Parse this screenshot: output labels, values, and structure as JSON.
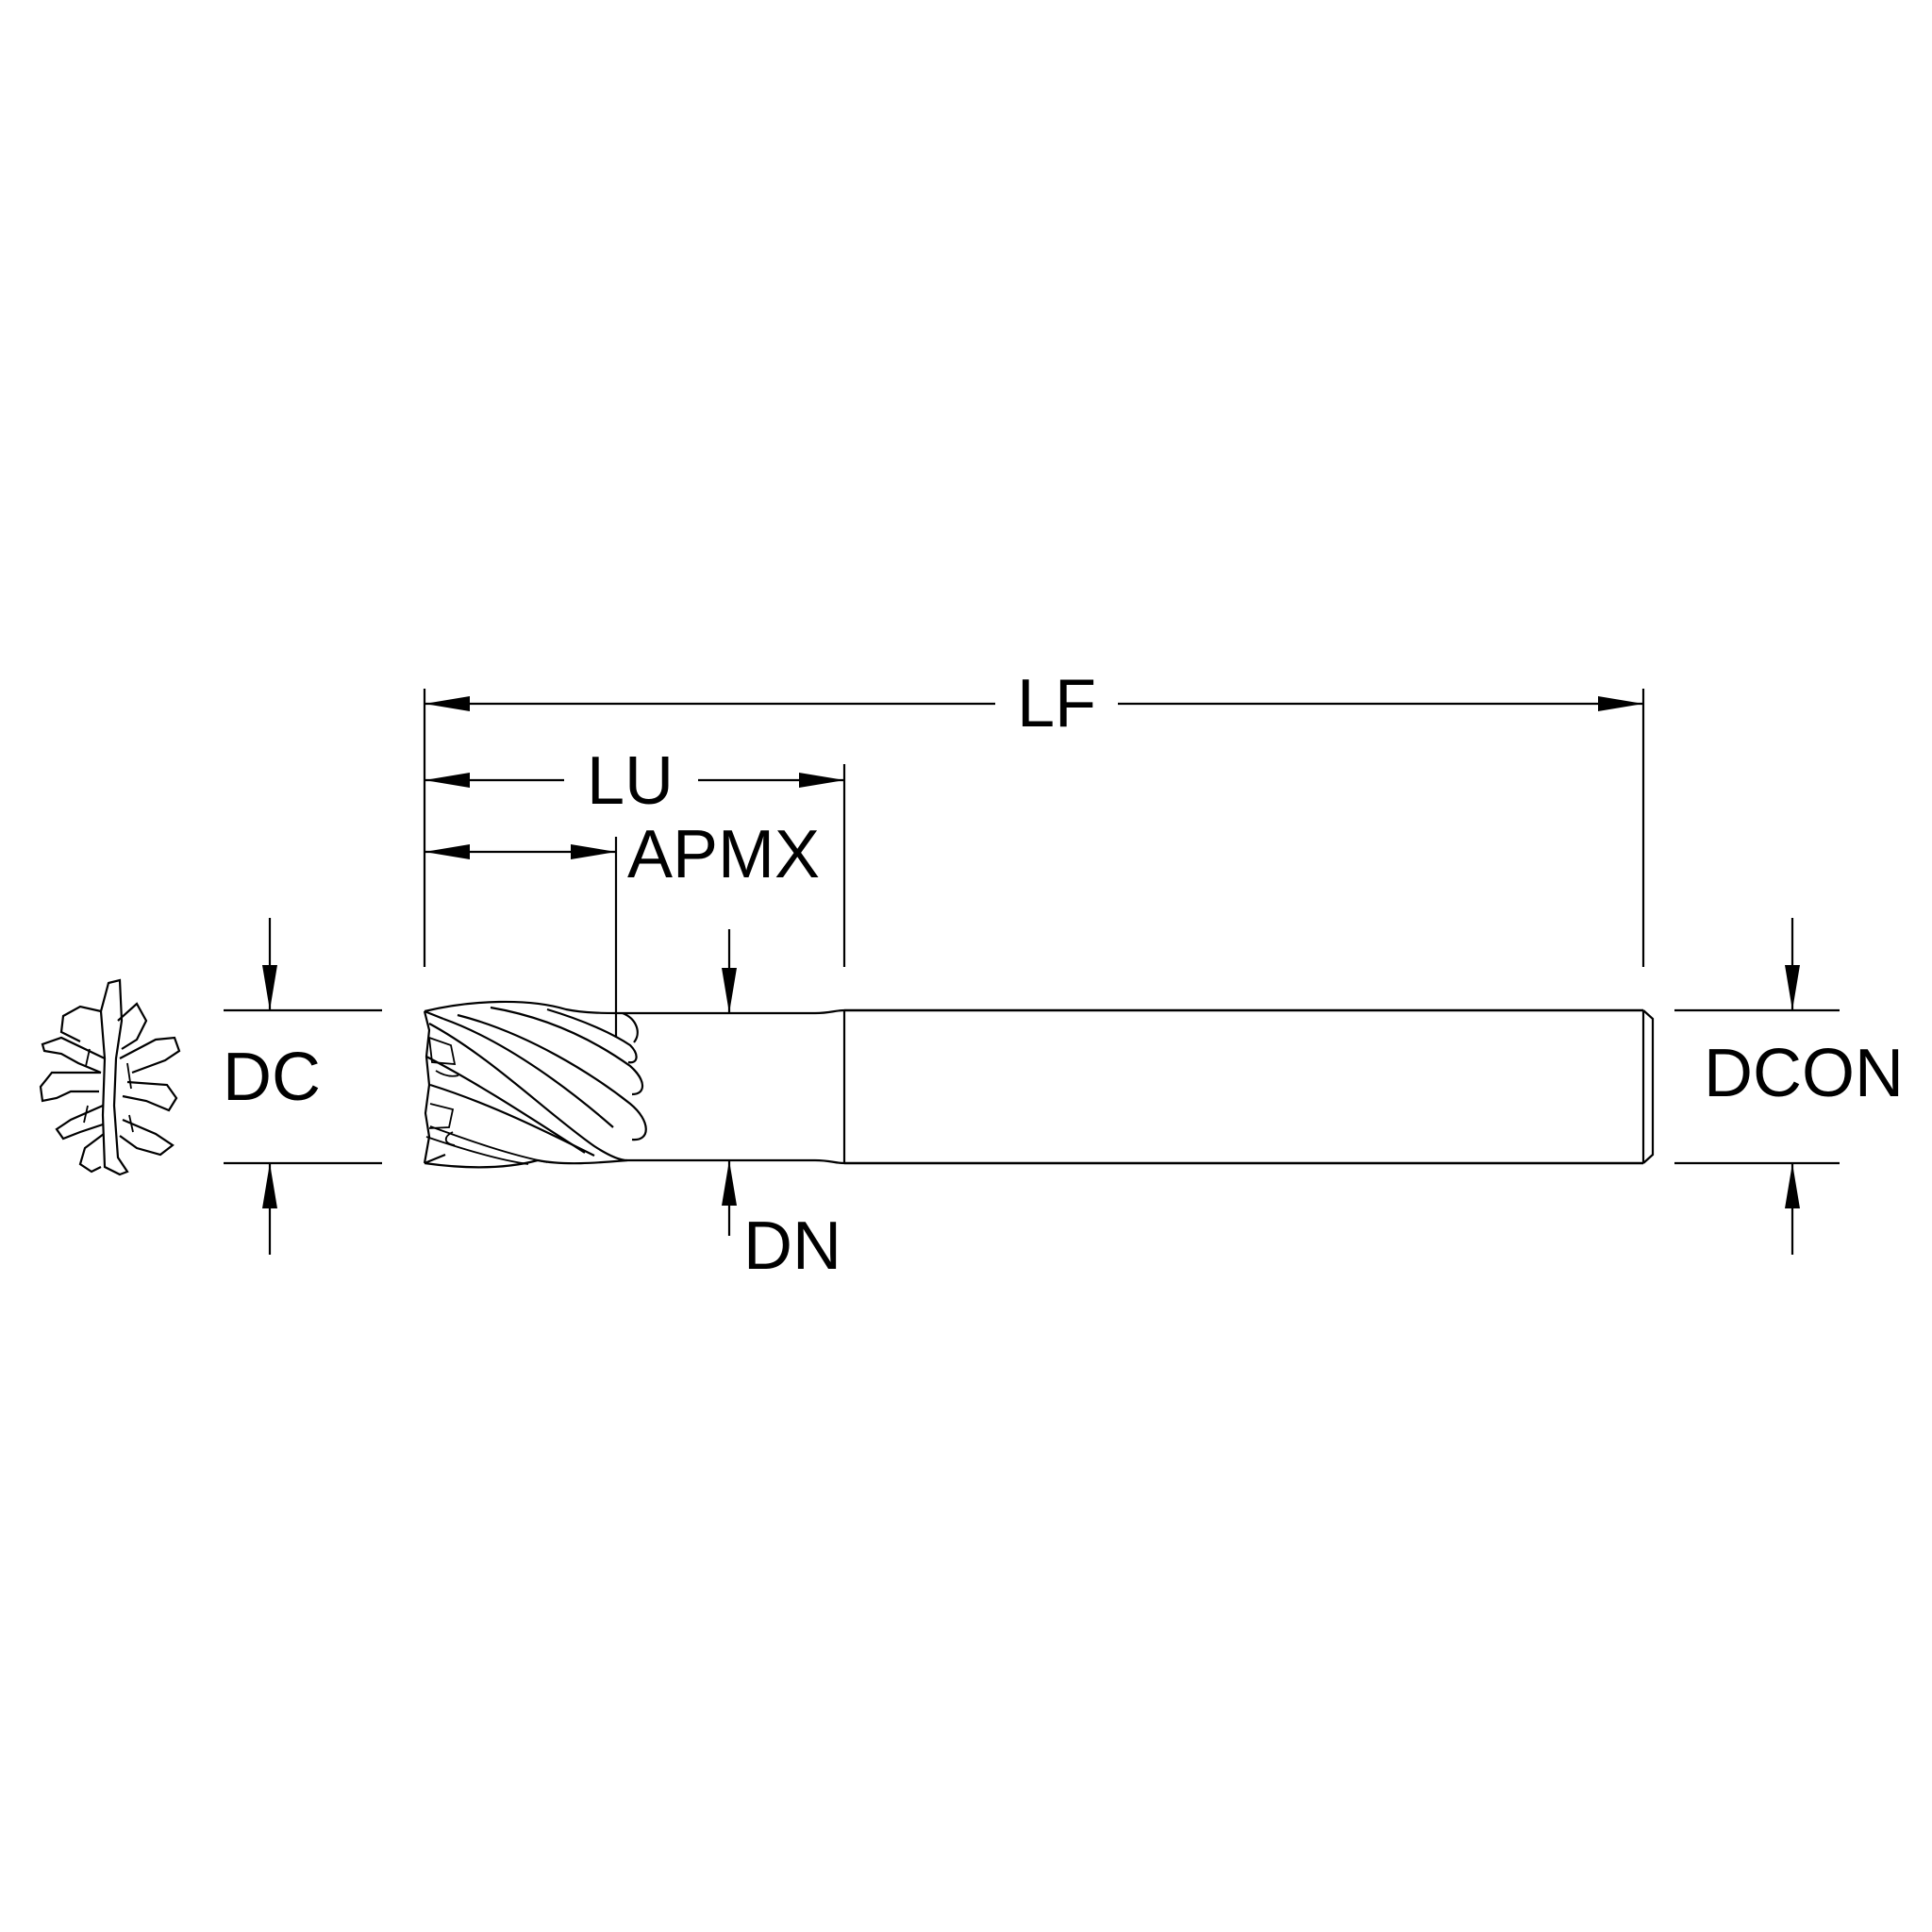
{
  "labels": {
    "lf": "LF",
    "lu": "LU",
    "apmx": "APMX",
    "dc": "DC",
    "dn": "DN",
    "dcon": "DCON"
  },
  "colors": {
    "line": "#000000",
    "background": "#ffffff"
  }
}
